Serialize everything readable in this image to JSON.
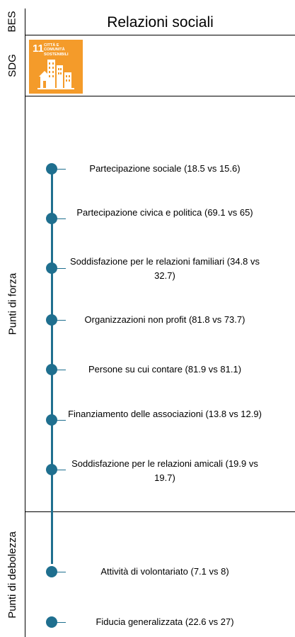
{
  "side_labels": {
    "bes": "BES",
    "sdg": "SDG",
    "strengths": "Punti di forza",
    "weaknesses": "Punti di debolezza"
  },
  "header": {
    "title": "Relazioni sociali"
  },
  "sdg_badge": {
    "number": "11",
    "label": "CITTÀ E COMUNITÀ SOSTENIBILI",
    "icon": "city-buildings-icon",
    "color": "#f49b2a"
  },
  "timeline": {
    "accent_color": "#1f6f8f",
    "strengths": [
      {
        "text": "Partecipazione sociale (18.5 vs 15.6)"
      },
      {
        "text": "Partecipazione civica e politica (69.1 vs 65)"
      },
      {
        "text": "Soddisfazione per le relazioni familiari (34.8 vs 32.7)"
      },
      {
        "text": "Organizzazioni non profit (81.8 vs 73.7)"
      },
      {
        "text": "Persone su cui contare (81.9 vs 81.1)"
      },
      {
        "text": "Finanziamento delle associazioni (13.8 vs 12.9)"
      },
      {
        "text": "Soddisfazione per le relazioni amicali (19.9 vs 19.7)"
      }
    ],
    "weaknesses": [
      {
        "text": "Attività di volontariato (7.1 vs 8)"
      },
      {
        "text": "Fiducia generalizzata (22.6 vs 27)"
      }
    ]
  }
}
